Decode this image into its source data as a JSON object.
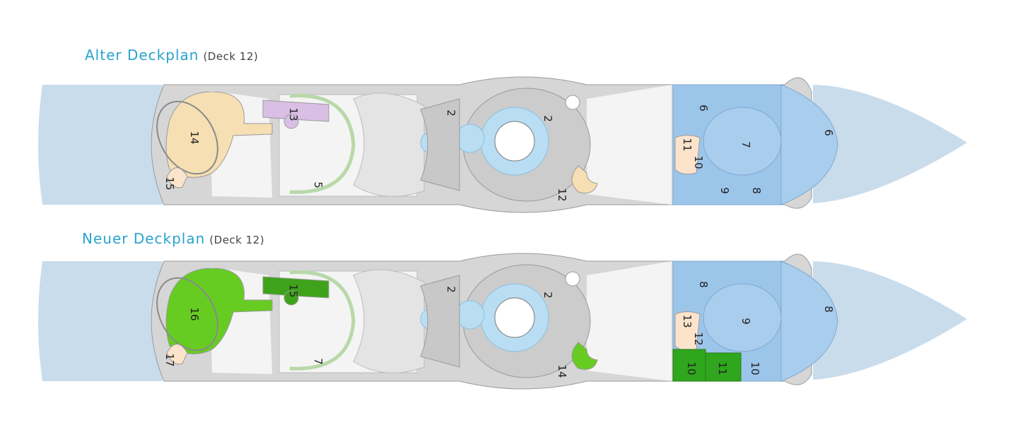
{
  "plans": [
    {
      "id": "old",
      "title": "Alter Deckplan",
      "subtitle": "(Deck 12)",
      "colors": {
        "pool_area": "#f6dfb3",
        "upper_area": "#d9bfe4",
        "left_zone": "#f6dfb3",
        "lower_zone": "#f6dfb3",
        "right_zone": "#f6dfb3",
        "small_zone": "#fbe3cc",
        "rooms": "#9cc5ea"
      },
      "labels": {
        "pool": "14",
        "upper": "13",
        "small_left": "15",
        "rail": "5",
        "stage": "2",
        "center": "2",
        "bottom": "12",
        "b1": "6",
        "b2": "7",
        "b3": "11",
        "b4": "10",
        "b5": "9",
        "b6": "8",
        "bow": "6"
      }
    },
    {
      "id": "new",
      "title": "Neuer Deckplan",
      "subtitle": "(Deck 12)",
      "colors": {
        "pool_area": "#66cc22",
        "upper_area": "#3ea31a",
        "left_zone": "#66cc22",
        "lower_zone": "#66cc22",
        "right_zone": "#2fa61d",
        "small_zone": "#fbe3cc",
        "rooms": "#9cc5ea"
      },
      "labels": {
        "pool": "16",
        "upper": "15",
        "small_left": "17",
        "rail": "7",
        "stage": "2",
        "center": "2",
        "bottom": "14",
        "b1": "8",
        "b2": "9",
        "b3": "13",
        "b4": "12",
        "b5": "10",
        "b6": "11",
        "b7": "10",
        "bow": "8"
      }
    }
  ]
}
